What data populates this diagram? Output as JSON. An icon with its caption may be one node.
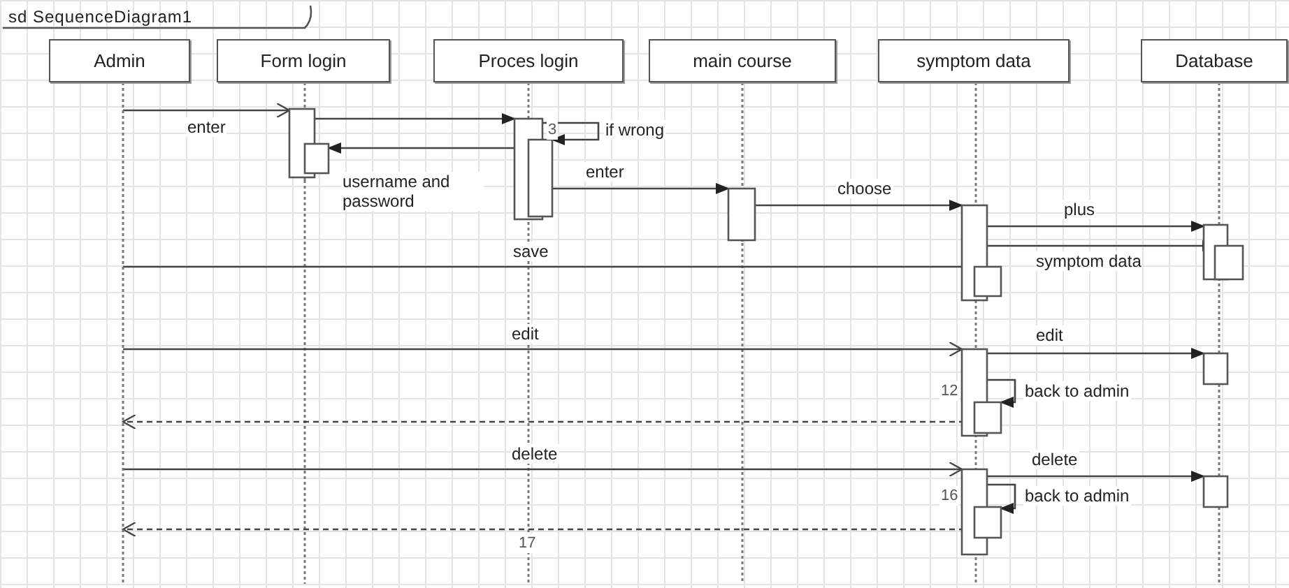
{
  "diagram": {
    "title": "sd SequenceDiagram1",
    "nodes": [
      {
        "text": [
          "Admin"
        ]
      },
      {
        "text": [
          "Form login"
        ]
      },
      {
        "text": [
          "Proces login"
        ]
      },
      {
        "text": [
          "main course"
        ]
      },
      {
        "text": [
          "symptom data"
        ]
      },
      {
        "text": [
          "Database"
        ]
      }
    ],
    "edges": [
      {
        "from": 0,
        "to": 1,
        "arrow": "to",
        "label": "enter"
      },
      {
        "from": 1,
        "to": 2,
        "arrow": "to"
      },
      {
        "from": 2,
        "to": 2,
        "arrow": "to",
        "label": "if wrong"
      },
      {
        "from": 2,
        "to": 1,
        "arrow": "to",
        "label": "username and password"
      },
      {
        "from": 2,
        "to": 3,
        "arrow": "to",
        "label": "enter"
      },
      {
        "from": 3,
        "to": 4,
        "arrow": "to",
        "label": "choose"
      },
      {
        "from": 4,
        "to": 5,
        "arrow": "to",
        "label": "plus"
      },
      {
        "from": 4,
        "to": 5,
        "arrow": "to",
        "label": "symptom data"
      },
      {
        "from": 0,
        "to": 4,
        "arrow": "to",
        "label": "save"
      },
      {
        "from": 0,
        "to": 4,
        "arrow": "to",
        "label": "edit"
      },
      {
        "from": 4,
        "to": 5,
        "arrow": "to",
        "label": "edit"
      },
      {
        "from": 4,
        "to": 4,
        "arrow": "to",
        "label": "back to admin"
      },
      {
        "from": 4,
        "to": 0,
        "arrow": "to",
        "style": "dashed"
      },
      {
        "from": 0,
        "to": 4,
        "arrow": "to",
        "label": "delete"
      },
      {
        "from": 4,
        "to": 5,
        "arrow": "to",
        "label": "delete"
      },
      {
        "from": 4,
        "to": 4,
        "arrow": "to",
        "label": "back to admin"
      },
      {
        "from": 4,
        "to": 0,
        "arrow": "to",
        "style": "dashed"
      }
    ],
    "labels": [
      "3",
      "12",
      "16",
      "17"
    ]
  }
}
